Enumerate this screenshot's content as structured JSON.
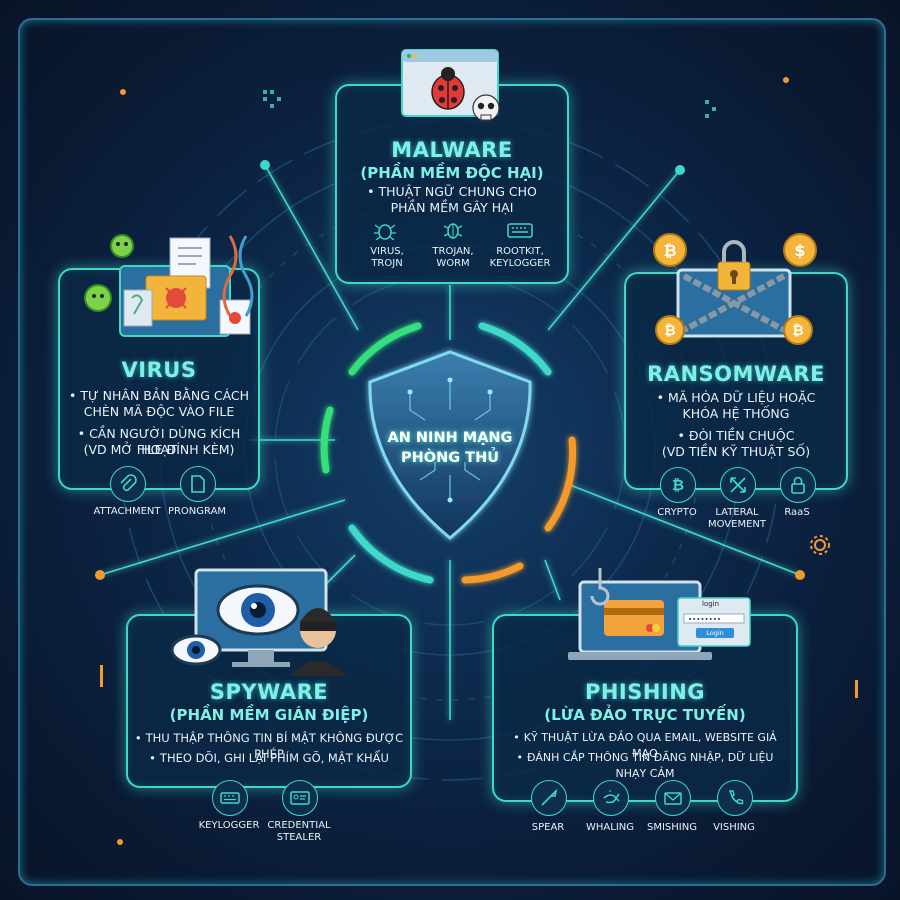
{
  "center": {
    "line1": "AN NINH MẠNG",
    "line2": "PHÒNG THỦ"
  },
  "colors": {
    "accent": "#3fd8c8",
    "glow_green": "#34e07c",
    "glow_orange": "#f39a2c",
    "background": "#0a1a33"
  },
  "malware": {
    "title": "MALWARE",
    "subtitle": "(PHẦN MỀM ĐỘC HẠI)",
    "bullets": [
      "THUẬT NGỮ CHUNG CHO",
      "PHẦN MỀM GÂY HẠI"
    ],
    "items": [
      {
        "label1": "VIRUS,",
        "label2": "TROJN",
        "icon": "bug-icon"
      },
      {
        "label1": "TROJAN,",
        "label2": "WORM",
        "icon": "beetle-icon"
      },
      {
        "label1": "ROOTKIT,",
        "label2": "KEYLOGGER",
        "icon": "keyboard-icon"
      }
    ]
  },
  "virus": {
    "title": "VIRUS",
    "bullets": [
      "TỰ NHÂN BẢN BẰNG CÁCH",
      "CHÈN MÃ ĐỘC VÀO FILE",
      "CẦN NGƯỜI DÙNG KÍCH HOẠT",
      "(VD MỞ FILE ĐÍNH KÈM)"
    ],
    "items": [
      {
        "label": "ATTACHMENT",
        "icon": "paperclip-icon"
      },
      {
        "label": "PRONGRAM",
        "icon": "document-icon"
      }
    ]
  },
  "ransomware": {
    "title": "RANSOMWARE",
    "bullets": [
      "MÃ HÓA DỮ LIỆU HOẶC",
      "KHÓA HỆ THỐNG",
      "ĐÒI TIỀN CHUỘC",
      "(VD TIỀN KỸ THUẬT SỐ)"
    ],
    "items": [
      {
        "label1": "CRYPTO",
        "label2": "",
        "icon": "bitcoin-icon"
      },
      {
        "label1": "LATERAL",
        "label2": "MOVEMENT",
        "icon": "arrows-icon"
      },
      {
        "label1": "RaaS",
        "label2": "",
        "icon": "lock-icon"
      }
    ]
  },
  "spyware": {
    "title": "SPYWARE",
    "subtitle": "(PHẦN MỀM GIÁN ĐIỆP)",
    "bullets": [
      "THU THẬP THÔNG TIN BÍ MẬT KHÔNG ĐƯỢC PHÉP",
      "THEO DÕI, GHI LẠI PHÍM GÕ, MẬT KHẨU"
    ],
    "items": [
      {
        "label1": "KEYLOGGER",
        "label2": "",
        "icon": "keyboard-icon"
      },
      {
        "label1": "CREDENTIAL",
        "label2": "STEALER",
        "icon": "id-card-icon"
      }
    ]
  },
  "phishing": {
    "title": "PHISHING",
    "subtitle": "(LỪA ĐẢO TRỰC TUYẾN)",
    "bullets": [
      "KỸ THUẬT LỪA ĐẢO QUA EMAIL, WEBSITE GIẢ MẠO",
      "ĐÁNH CẮP THÔNG TIN ĐĂNG NHẬP, DỮ LIỆU NHẠY CẢM"
    ],
    "items": [
      {
        "label": "SPEAR",
        "icon": "spear-icon"
      },
      {
        "label": "WHALING",
        "icon": "whale-icon"
      },
      {
        "label": "SMISHING",
        "icon": "envelope-icon"
      },
      {
        "label": "VISHING",
        "icon": "phone-icon"
      }
    ],
    "login_label": "login",
    "login_button": "Login"
  }
}
